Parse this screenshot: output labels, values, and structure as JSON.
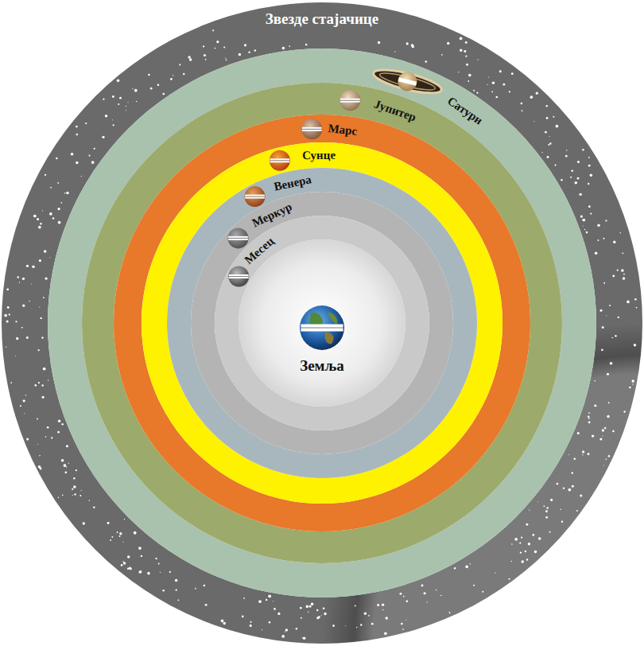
{
  "diagram": {
    "nodes": [
      {
        "text": [
          "Звезде стајачице"
        ]
      },
      {
        "text": [
          "Сатурн"
        ]
      },
      {
        "text": [
          "Јупитер"
        ]
      },
      {
        "text": [
          "Марс"
        ]
      },
      {
        "text": [
          "Сунце"
        ]
      },
      {
        "text": [
          "Венера"
        ]
      },
      {
        "text": [
          "Меркур"
        ]
      },
      {
        "text": [
          "Месец"
        ]
      },
      {
        "text": [
          "Земља"
        ]
      }
    ]
  }
}
